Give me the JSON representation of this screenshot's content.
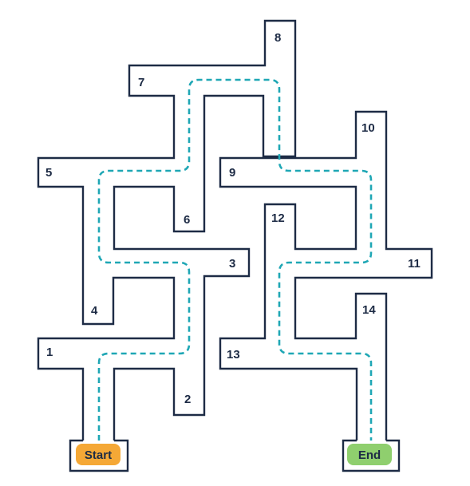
{
  "labels": [
    "1",
    "2",
    "3",
    "4",
    "5",
    "6",
    "7",
    "8",
    "9",
    "10",
    "11",
    "12",
    "13",
    "14"
  ],
  "start": {
    "label": "Start",
    "color": "#f5a836"
  },
  "end": {
    "label": "End",
    "color": "#8fcf6e"
  },
  "colors": {
    "wall": "#1d2b45",
    "path": "#1fa7b5"
  }
}
